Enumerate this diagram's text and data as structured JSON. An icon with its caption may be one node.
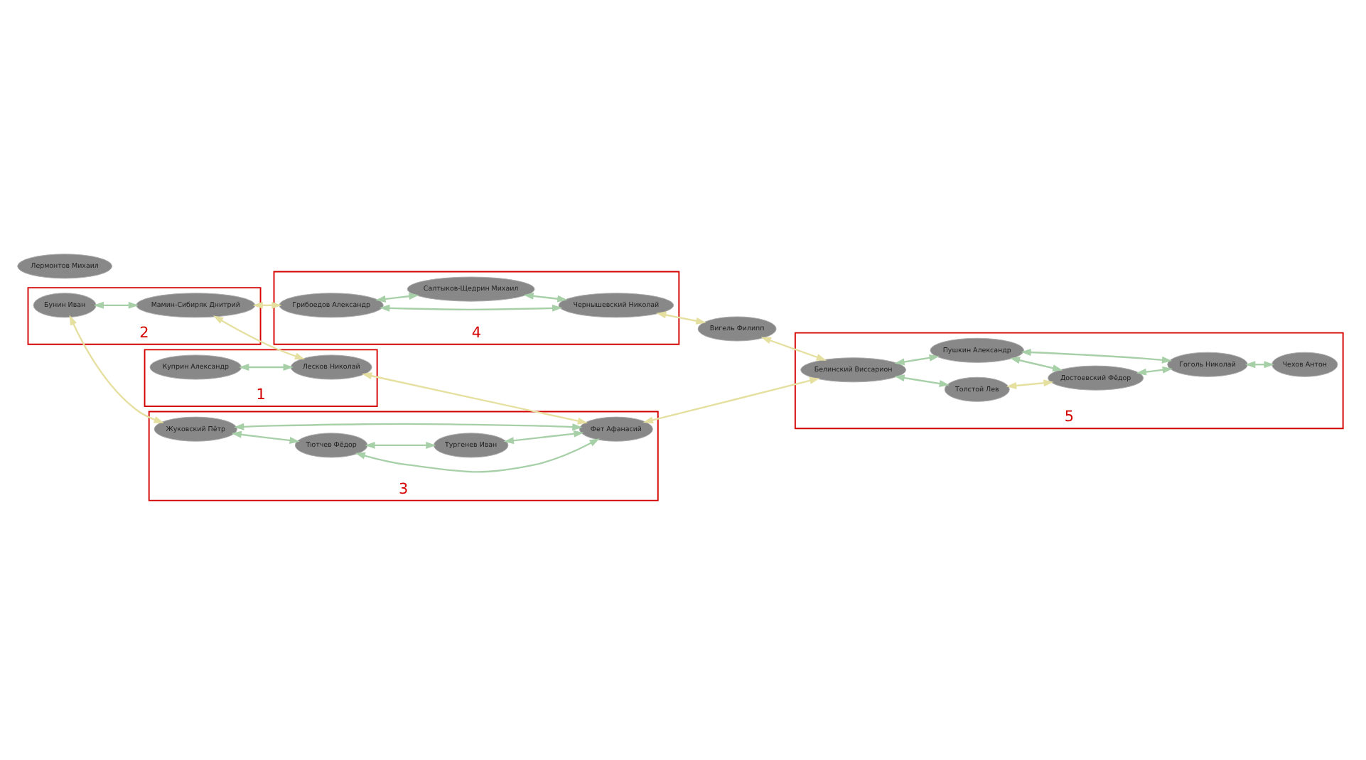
{
  "diagram": {
    "nodes": [
      {
        "text": [
          "1"
        ]
      },
      {
        "text": [
          "Куприн Александр"
        ],
        "in": 0
      },
      {
        "text": [
          "Лесков Николай"
        ],
        "in": 0
      },
      {
        "text": [
          "2"
        ]
      },
      {
        "text": [
          "Бунин Иван"
        ],
        "in": 3
      },
      {
        "text": [
          "Мамин-Сибиряк Днитрий"
        ],
        "in": 3
      },
      {
        "text": [
          "3"
        ]
      },
      {
        "text": [
          "Жуковский Пётр"
        ],
        "in": 6
      },
      {
        "text": [
          "Тютчев Фёдор"
        ],
        "in": 6
      },
      {
        "text": [
          "Фет Афанасий"
        ],
        "in": 6
      },
      {
        "text": [
          "Тургенев Иван"
        ],
        "in": 6
      },
      {
        "text": [
          "4"
        ]
      },
      {
        "text": [
          "Грибоедов Александр"
        ],
        "in": 11
      },
      {
        "text": [
          "Чернышевский Николай"
        ],
        "in": 11
      },
      {
        "text": [
          "Салтыков-Щедрин Михаил"
        ],
        "in": 11
      },
      {
        "text": [
          "Вигель Филипп"
        ]
      },
      {
        "text": [
          "5"
        ]
      },
      {
        "text": [
          "Белинский Виссарион"
        ],
        "in": 16
      },
      {
        "text": [
          "Толстой Лев"
        ],
        "in": 16
      },
      {
        "text": [
          "Пушкин Александр"
        ],
        "in": 16
      },
      {
        "text": [
          "Достоевский Фёдор"
        ],
        "in": 16
      },
      {
        "text": [
          "Гоголь Николай"
        ],
        "in": 16
      },
      {
        "text": [
          "Чехов Антон"
        ],
        "in": 16
      },
      {
        "text": [
          "Лермонтов Михаил"
        ]
      }
    ],
    "edges": [
      {
        "from": 1,
        "to": 2,
        "arrow": "both"
      },
      {
        "from": 4,
        "to": 5,
        "arrow": "both"
      },
      {
        "from": 4,
        "to": 7,
        "arrow": "both",
        "color": "#e6e0a0"
      },
      {
        "from": 5,
        "to": 2,
        "arrow": "both",
        "color": "#e6e0a0"
      },
      {
        "from": 2,
        "to": 9,
        "arrow": "both",
        "color": "#e6e0a0"
      },
      {
        "from": 5,
        "to": 12,
        "arrow": "both",
        "color": "#e6e0a0"
      },
      {
        "from": 7,
        "to": 8,
        "arrow": "both"
      },
      {
        "from": 7,
        "to": 9,
        "arrow": "both"
      },
      {
        "from": 8,
        "to": 9,
        "arrow": "both"
      },
      {
        "from": 8,
        "to": 10,
        "arrow": "both"
      },
      {
        "from": 10,
        "to": 9,
        "arrow": "both"
      },
      {
        "from": 9,
        "to": 17,
        "arrow": "both",
        "color": "#e6e0a0"
      },
      {
        "from": 12,
        "to": 13,
        "arrow": "both"
      },
      {
        "from": 12,
        "to": 14,
        "arrow": "both"
      },
      {
        "from": 14,
        "to": 13,
        "arrow": "both"
      },
      {
        "from": 13,
        "to": 15,
        "arrow": "both",
        "color": "#e6e0a0"
      },
      {
        "from": 15,
        "to": 17,
        "arrow": "both",
        "color": "#e6e0a0"
      },
      {
        "from": 17,
        "to": 18,
        "arrow": "both"
      },
      {
        "from": 17,
        "to": 19,
        "arrow": "both"
      },
      {
        "from": 18,
        "to": 20,
        "arrow": "both",
        "color": "#e6e0a0"
      },
      {
        "from": 19,
        "to": 20,
        "arrow": "both"
      },
      {
        "from": 19,
        "to": 21,
        "arrow": "both"
      },
      {
        "from": 20,
        "to": 21,
        "arrow": "both"
      },
      {
        "from": 21,
        "to": 22,
        "arrow": "both"
      }
    ]
  }
}
